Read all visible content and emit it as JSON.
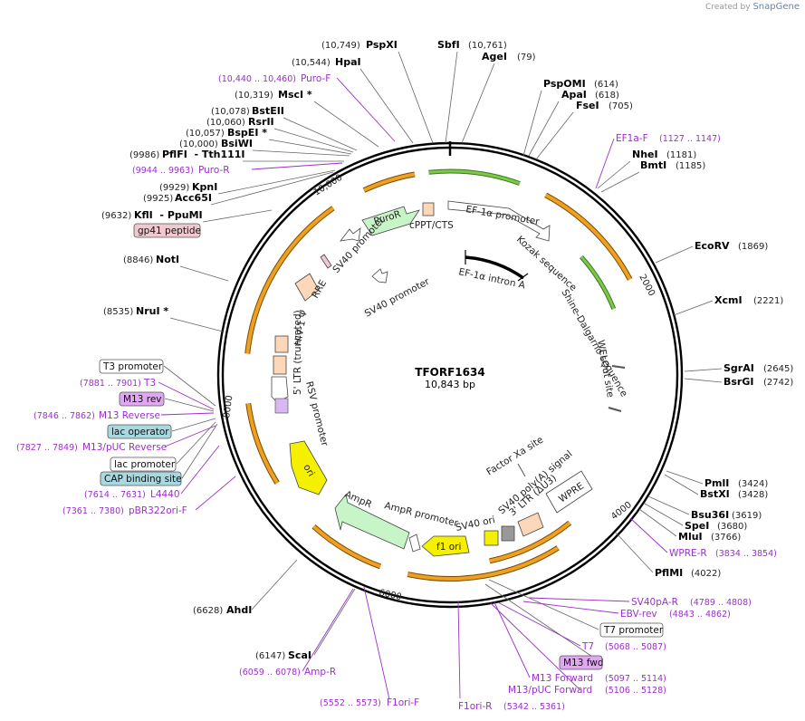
{
  "brand": {
    "created_by": "Created by",
    "name": "SnapGene"
  },
  "plasmid": {
    "name": "TFORF1634",
    "size": "10,843 bp"
  },
  "ruler": [
    "2000",
    "4000",
    "6000",
    "8000",
    "10,000"
  ],
  "enzymes": [
    {
      "name": "PspXI",
      "pos": "(10,749)"
    },
    {
      "name": "SbfI",
      "pos": "(10,761)"
    },
    {
      "name": "AgeI",
      "pos": "(79)"
    },
    {
      "name": "HpaI",
      "pos": "(10,544)"
    },
    {
      "name": "MscI *",
      "pos": "(10,319)"
    },
    {
      "name": "BstEII",
      "pos": "(10,078)"
    },
    {
      "name": "RsrII",
      "pos": "(10,060)"
    },
    {
      "name": "BspEI *",
      "pos": "(10,057)"
    },
    {
      "name": "BsiWI",
      "pos": "(10,000)"
    },
    {
      "name": "PflFI  - Tth111I",
      "pos": "(9986)"
    },
    {
      "name": "KpnI",
      "pos": "(9929)"
    },
    {
      "name": "Acc65I",
      "pos": "(9925)"
    },
    {
      "name": "KflI  - PpuMI",
      "pos": "(9632)"
    },
    {
      "name": "NotI",
      "pos": "(8846)"
    },
    {
      "name": "NruI *",
      "pos": "(8535)"
    },
    {
      "name": "PspOMI",
      "pos": "(614)"
    },
    {
      "name": "ApaI",
      "pos": "(618)"
    },
    {
      "name": "FseI",
      "pos": "(705)"
    },
    {
      "name": "NheI",
      "pos": "(1181)"
    },
    {
      "name": "BmtI",
      "pos": "(1185)"
    },
    {
      "name": "EcoRV",
      "pos": "(1869)"
    },
    {
      "name": "XcmI",
      "pos": "(2221)"
    },
    {
      "name": "SgrAI",
      "pos": "(2645)"
    },
    {
      "name": "BsrGI",
      "pos": "(2742)"
    },
    {
      "name": "PmlI",
      "pos": "(3424)"
    },
    {
      "name": "BstXI",
      "pos": "(3428)"
    },
    {
      "name": "Bsu36I",
      "pos": "(3619)"
    },
    {
      "name": "SpeI",
      "pos": "(3680)"
    },
    {
      "name": "MluI",
      "pos": "(3766)"
    },
    {
      "name": "PflMI",
      "pos": "(4022)"
    },
    {
      "name": "AhdI",
      "pos": "(6628)"
    },
    {
      "name": "ScaI",
      "pos": "(6147)"
    }
  ],
  "primers": [
    {
      "name": "Puro-F",
      "range": "(10,440 .. 10,460)"
    },
    {
      "name": "Puro-R",
      "range": "(9944 .. 9963)"
    },
    {
      "name": "EF1a-F",
      "range": "(1127 .. 1147)"
    },
    {
      "name": "WPRE-R",
      "range": "(3834 .. 3854)"
    },
    {
      "name": "SV40pA-R",
      "range": "(4789 .. 4808)"
    },
    {
      "name": "EBV-rev",
      "range": "(4843 .. 4862)"
    },
    {
      "name": "T7",
      "range": "(5068 .. 5087)"
    },
    {
      "name": "M13 Forward",
      "range": "(5097 .. 5114)"
    },
    {
      "name": "M13/pUC Forward",
      "range": "(5106 .. 5128)"
    },
    {
      "name": "F1ori-R",
      "range": "(5342 .. 5361)"
    },
    {
      "name": "F1ori-F",
      "range": "(5552 .. 5573)"
    },
    {
      "name": "Amp-R",
      "range": "(6059 .. 6078)"
    },
    {
      "name": "T3",
      "range": "(7881 .. 7901)"
    },
    {
      "name": "M13 Reverse",
      "range": "(7846 .. 7862)"
    },
    {
      "name": "M13/pUC Reverse",
      "range": "(7827 .. 7849)"
    },
    {
      "name": "L4440",
      "range": "(7614 .. 7631)"
    },
    {
      "name": "pBR322ori-F",
      "range": "(7361 .. 7380)"
    }
  ],
  "boxed": {
    "gp41": "gp41 peptide",
    "t3_promoter": "T3 promoter",
    "m13_rev": "M13 rev",
    "lac_operator": "lac operator",
    "lac_promoter": "lac promoter",
    "cap_site": "CAP binding site",
    "t7_promoter": "T7 promoter",
    "m13_fwd": "M13 fwd"
  },
  "features": {
    "ef1a_promoter": "EF-1α promoter",
    "ef1a_intron": "EF-1α intron A",
    "kozak": "Kozak sequence",
    "shine": "Shine-Dalgarno sequence",
    "welqut": "WELQut site",
    "factor_xa": "Factor Xa site",
    "sv40_polya": "SV40 poly(A) signal",
    "ltr3": "3' LTR (ΔU3)",
    "wpre": "WPRE",
    "sv40_ori": "SV40 ori",
    "f1_ori": "f1 ori",
    "ampr": "AmpR",
    "ampr_promoter": "AmpR promoter",
    "ori": "ori",
    "rsv_promoter": "RSV promoter",
    "ltr5": "5' LTR (truncated)",
    "hiv_psi": "HIV-1 Ψ",
    "rre": "RRE",
    "sv40_promoter_outer": "SV40 promoter",
    "sv40_promoter_inner": "SV40 promoter",
    "puror": "PuroR",
    "cppt": "cPPT/CTS"
  },
  "colors": {
    "orf": "#f0a020",
    "ef1a": "#7cc84a",
    "primer": "#9b30c9",
    "ampr": "#c8f5c8",
    "yellow": "#f5f000",
    "ltr": "#fcd7b8",
    "lac_box": "#a8d8e0",
    "m13_box": "#e0a8f0",
    "gp41_box": "#f0c8d0"
  }
}
